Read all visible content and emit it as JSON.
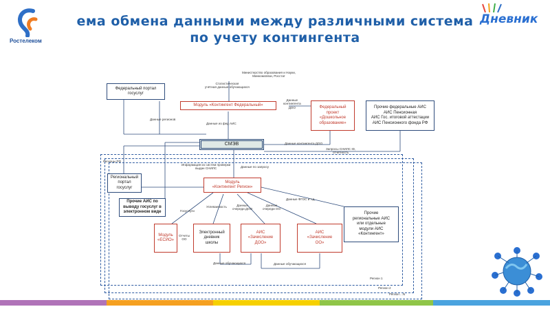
{
  "header": {
    "title_line1": "ема обмена данными между различными система",
    "title_line2": "по учету контингента",
    "logo_left_text": "Ростелеком",
    "logo_right_text": "Дневник"
  },
  "diagram": {
    "ministry": "Министерство образования и Науки,\nМинкомсвязи, Росстат",
    "fed_portal": "Федеральный портал\nгосуслуг",
    "module_fed": "Модуль «Контингент Федеральный»",
    "fed_project": "Федеральный\nпроект\n«Дошкольное\nобразование»",
    "other_fed": "Прочие федеральные АИС\nАИС Пенсионная\nАИС Гос. итоговой аттестации\nАИС Пенсионного фонда РФ",
    "smev": "СМЭВ",
    "subjects_rf": "Регионы РФ",
    "reg_portal": "Региональный\nпортал\nгосуслуг",
    "module_reg": "Модуль\n«Контингент Регион»",
    "other_ais_service": "Прочие АИС по\nвыводу госуслуг в\nэлектронном виде",
    "other_regional": "Прочие\nрегиональные АИС\nили отдельные\nмодули АИС\n«Контингент»",
    "module_esio": "Модуль\n«ЕСИО»",
    "diary": "Электронный\nдневник\nшколы",
    "ais_doo": "АИС\n«Зачисление\nДОО»",
    "ais_oo": "АИС\n«Зачисление\nОО»",
    "region1": "Регион 1",
    "region2": "Регион 2",
    "regionN": "Регион ...N",
    "labels": {
      "stat": "Статистическая\nучётная данные обучающихся",
      "data_doo": "Данные\nконтингента\nДОО",
      "data_regions": "Данные регионов",
      "data_fed_ais": "Данные из фед АИС",
      "data_doo2": "Данные контингента ДОО",
      "requests": "Запросы СНИЛС ID,\nотчетность",
      "info_snils": "Информация из систем проверки\nвыдан СНИЛС",
      "data_request": "Данные по запросу",
      "gos_uslugi": "Госуслуги",
      "uspevaemost": "Успеваемость",
      "data_queue_doo": "Данные\nочереди ДОО",
      "data_queue_oo": "Данные\nочереди ОО",
      "data_fgos": "Данные ФГОС и т.д.",
      "otchety": "Отчеты\nОО",
      "data_students1": "Данные обучающихся",
      "data_students2": "Данные обучающихся"
    }
  }
}
